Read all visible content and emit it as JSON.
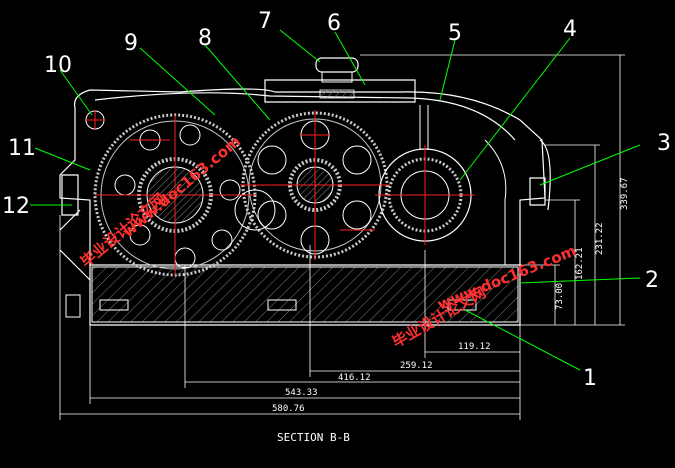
{
  "caption": "SECTION B-B",
  "callouts": [
    "1",
    "2",
    "3",
    "4",
    "5",
    "6",
    "7",
    "8",
    "9",
    "10",
    "11",
    "12"
  ],
  "dimensions": {
    "h_119": "119.12",
    "h_259": "259.12",
    "h_416": "416.12",
    "h_543": "543.33",
    "h_580": "580.76",
    "v_73": "73.00",
    "v_162": "162.21",
    "v_231": "231.22",
    "v_339": "339.67"
  },
  "watermarks": {
    "left": "毕业设计论文网",
    "left_url": "www.doc163.com",
    "right": "毕业设计论文网",
    "right_url": "www.doc163.com"
  },
  "colors": {
    "background": "#000000",
    "outline": "#ffffff",
    "gear": "#c8c8c8",
    "centerline": "#ff2020",
    "leader": "#00ff00",
    "watermark": "#ff3030"
  }
}
